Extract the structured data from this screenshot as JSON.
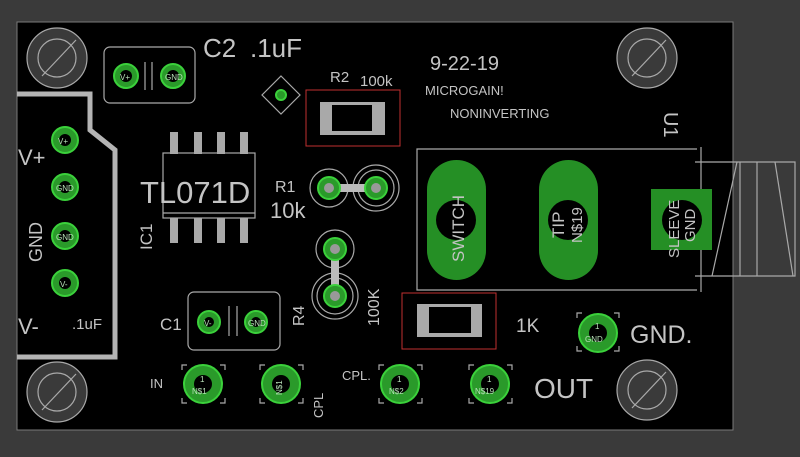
{
  "board": {
    "date": "9-22-19",
    "title": "MICROGAIN!",
    "subtitle": "NONINVERTING",
    "colors": {
      "board": "#000000",
      "background": "#3a3a3a",
      "copper": "#2a9a2a",
      "silkscreen": "#c4c4c4",
      "keepout": "#c03030"
    }
  },
  "components": {
    "c2": {
      "name": "C2",
      "value": ".1uF",
      "pad1": "V+",
      "pad2": "GND"
    },
    "r2": {
      "name": "R2",
      "value": "100k"
    },
    "ic1": {
      "name": "IC1",
      "value": "TL071D"
    },
    "r1": {
      "name": "R1",
      "value": "10k"
    },
    "r4": {
      "name": "R4",
      "value": "100K"
    },
    "c1": {
      "name": "C1",
      "value": ".1uF",
      "pad1": "V-",
      "pad2": "GND"
    },
    "r3": {
      "value": "1K"
    },
    "u1": {
      "name": "U1",
      "pins": [
        "SWITCH",
        "TIP",
        "N$19",
        "SLEEVE",
        "GND"
      ]
    },
    "power_connector": {
      "labels": [
        "V+",
        "GND",
        "V-"
      ],
      "pads": [
        "V+",
        "GND",
        "GND",
        "V-"
      ],
      "cap_value": ".1uF"
    }
  },
  "pads": {
    "in": {
      "label": "IN",
      "num": "1",
      "net": "N$1"
    },
    "cpl": {
      "label": "CPL",
      "num": "1",
      "net": "N$1"
    },
    "cpl2": {
      "label": "CPL.",
      "num": "1",
      "net": "N$2"
    },
    "out": {
      "label": "OUT",
      "num": "1",
      "net": "N$19"
    },
    "gnd": {
      "label": "GND.",
      "num": "1",
      "net": "GND"
    }
  }
}
